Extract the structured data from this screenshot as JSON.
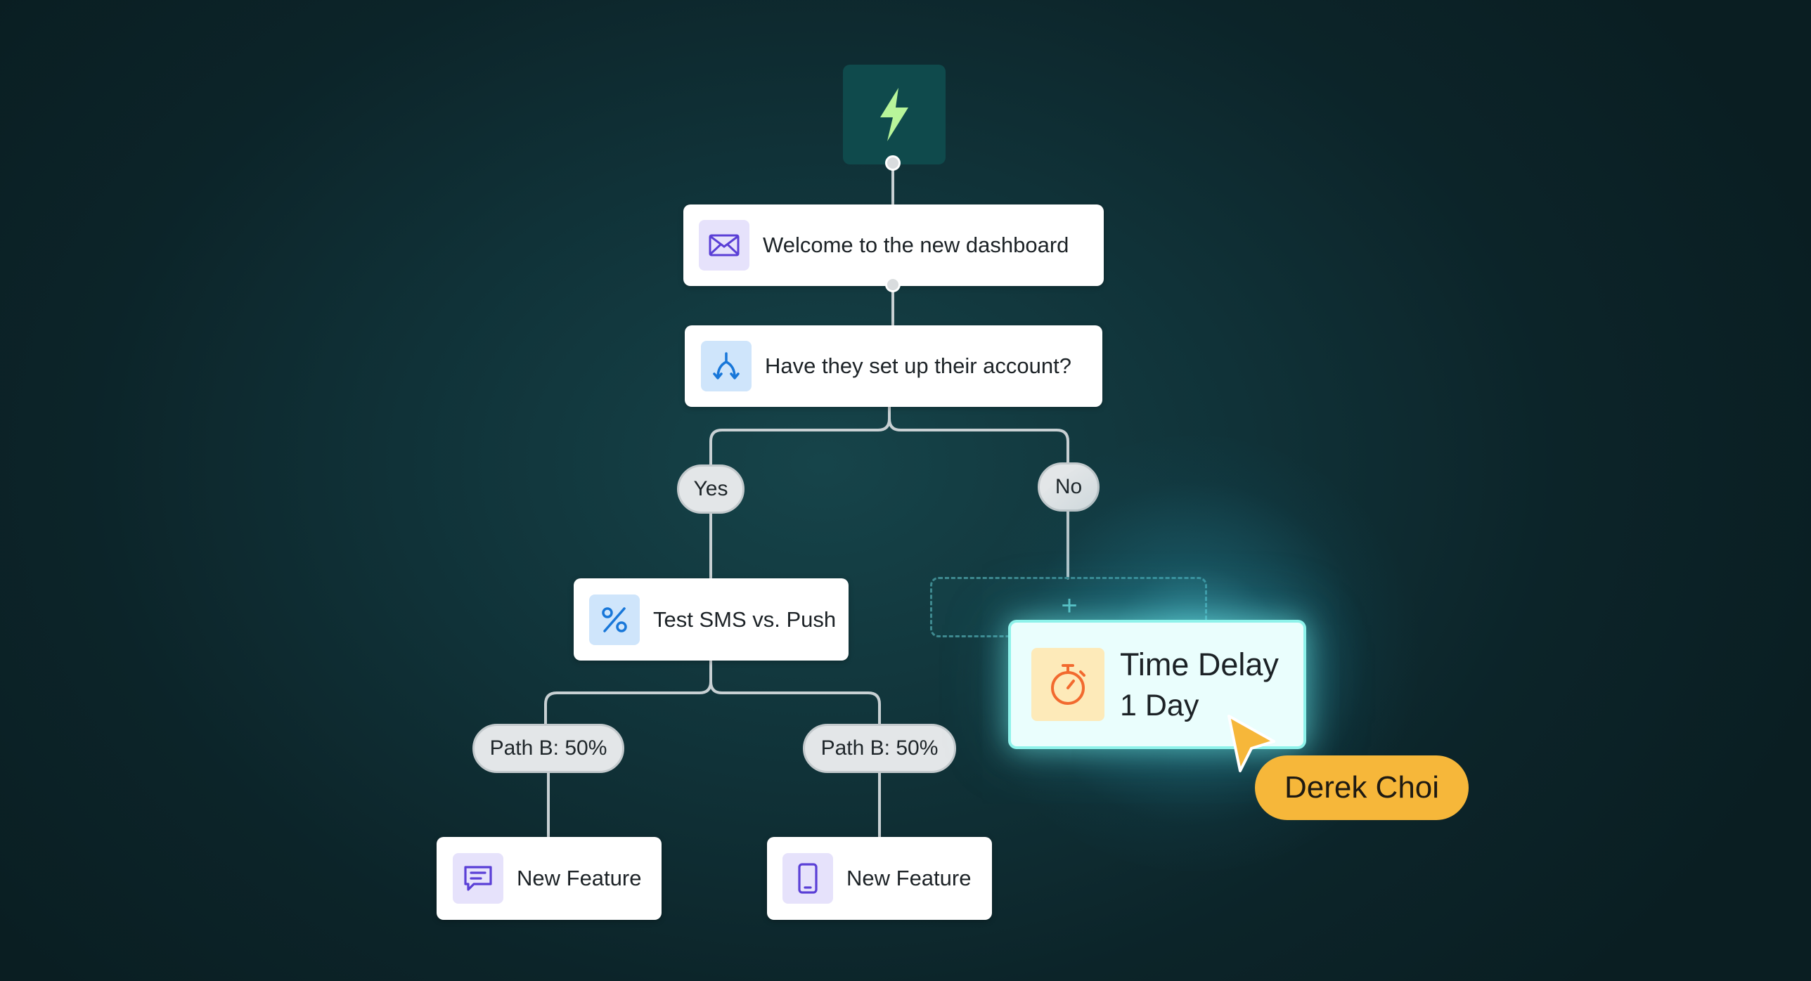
{
  "colors": {
    "background": "#0f2e33",
    "trigger_bg": "#0f4a4c",
    "trigger_bolt": "#b8f59a",
    "connector": "#c8d0d3",
    "card_bg": "#ffffff",
    "pill_bg": "#e3e6e8",
    "delay_card_bg": "#eafefd",
    "delay_card_border": "#8ef2ea",
    "user_tag": "#f6b73a"
  },
  "trigger": {
    "icon": "lightning-bolt-icon"
  },
  "nodes": {
    "welcome_email": {
      "icon": "envelope-icon",
      "label": "Welcome to the new dashboard"
    },
    "account_check": {
      "icon": "split-branch-icon",
      "label": "Have they set up their account?"
    },
    "ab_test": {
      "icon": "percent-icon",
      "label": "Test SMS vs. Push"
    },
    "sms_feature": {
      "icon": "chat-bubble-icon",
      "label": "New Feature"
    },
    "push_feature": {
      "icon": "mobile-phone-icon",
      "label": "New Feature"
    }
  },
  "branches": {
    "yes": "Yes",
    "no": "No"
  },
  "paths": {
    "left": "Path B: 50%",
    "right": "Path B: 50%"
  },
  "drop_zone": {
    "icon": "plus-icon",
    "glyph": "+"
  },
  "time_delay": {
    "icon": "stopwatch-icon",
    "title": "Time Delay",
    "value": "1 Day"
  },
  "cursor": {
    "icon": "cursor-arrow-icon",
    "user": "Derek Choi"
  }
}
